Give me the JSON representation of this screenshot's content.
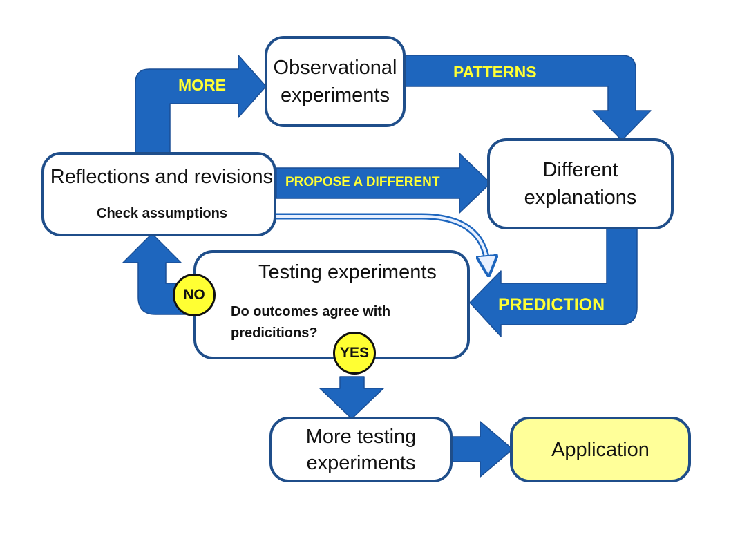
{
  "colors": {
    "arrow": "#1e66be",
    "box_border": "#1f4e8a",
    "label_text": "#ffff33",
    "badge_fill": "#ffff33",
    "application_fill": "#ffff99"
  },
  "nodes": {
    "observational": "Observational experiments",
    "different_explanations": "Different explanations",
    "reflections": {
      "title": "Reflections and revisions",
      "subtitle": "Check assumptions"
    },
    "testing": {
      "title": "Testing experiments",
      "question": "Do outcomes agree with predicitions?"
    },
    "more_testing": "More testing experiments",
    "application": "Application"
  },
  "arrow_labels": {
    "more": "MORE",
    "patterns": "PATTERNS",
    "propose": "PROPOSE A DIFFERENT",
    "prediction": "PREDICTION"
  },
  "decisions": {
    "no": "NO",
    "yes": "YES"
  }
}
